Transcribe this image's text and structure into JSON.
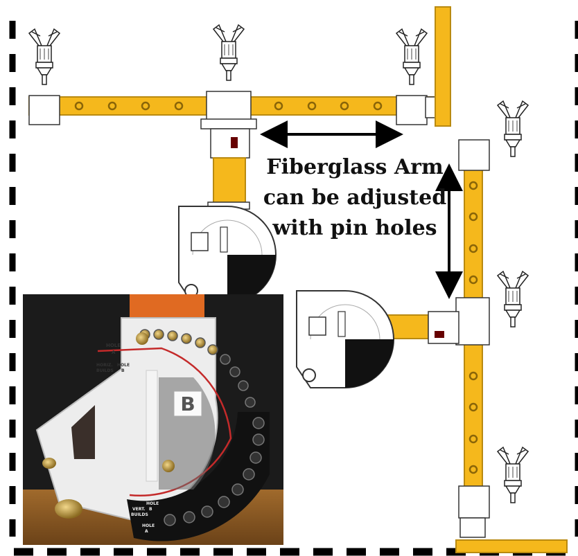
{
  "callout": {
    "line1": "Fiberglass Arm",
    "line2": "can be adjusted",
    "line3": "with pin holes"
  },
  "photo": {
    "label_hole_a_top": "HOLE",
    "label_hole_a_top_letter": "A",
    "label_horiz": "HORIZ.",
    "label_horiz_build": "BUILDS",
    "label_hole_b_top": "HOLE",
    "label_hole_b_top_letter": "B",
    "letter": "B",
    "label_vert": "VERT.",
    "label_vert_build": "BUILDS",
    "label_hole_b_bottom": "HOLE",
    "label_hole_b_bottom_letter": "B",
    "label_hole_a_bottom": "HOLE",
    "label_hole_a_bottom_letter": "A"
  },
  "colors": {
    "arm_yellow": "#f5b81c",
    "arm_outline": "#b98a10",
    "border_black": "#000000",
    "gauge_black": "#111111"
  },
  "icons": [
    "clamp-icon",
    "double-arrow-icon",
    "angle-gauge-icon"
  ]
}
